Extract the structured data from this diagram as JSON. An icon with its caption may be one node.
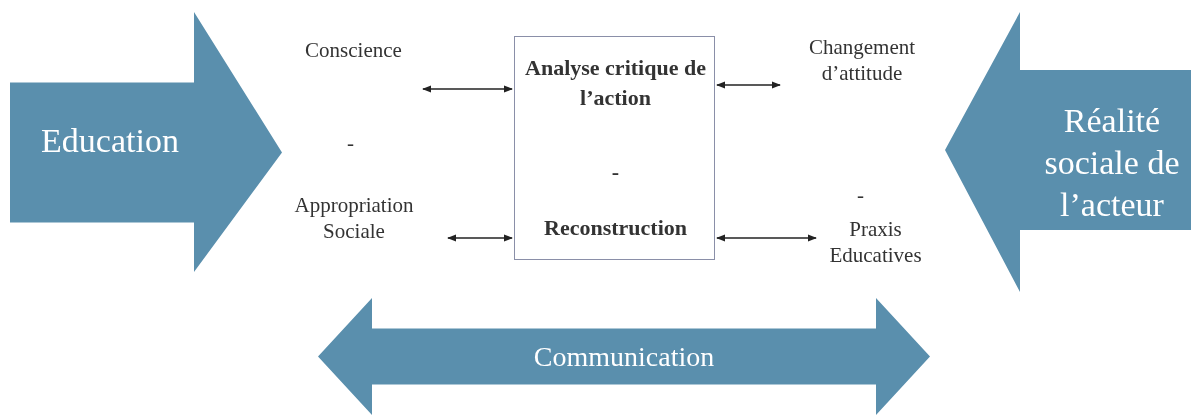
{
  "diagram": {
    "nodes": [
      {
        "text": [
          "Education"
        ]
      },
      {
        "text": [
          "Conscience"
        ]
      },
      {
        "text": [
          "Analyse critique de l’action",
          "-",
          "Reconstruction"
        ]
      },
      {
        "text": [
          "Changement d’attitude"
        ]
      },
      {
        "text": [
          "Réalité sociale de l’acteur"
        ]
      },
      {
        "text": [
          "Appropriation Sociale"
        ]
      },
      {
        "text": [
          "Praxis Educatives"
        ]
      },
      {
        "text": [
          "Communication"
        ]
      }
    ],
    "edges": [
      {
        "from": 1,
        "to": 2,
        "arrow": "both"
      },
      {
        "from": 5,
        "to": 2,
        "arrow": "both"
      },
      {
        "from": 2,
        "to": 3,
        "arrow": "both"
      },
      {
        "from": 2,
        "to": 6,
        "arrow": "both"
      }
    ],
    "labels": [
      "-",
      "-"
    ]
  }
}
